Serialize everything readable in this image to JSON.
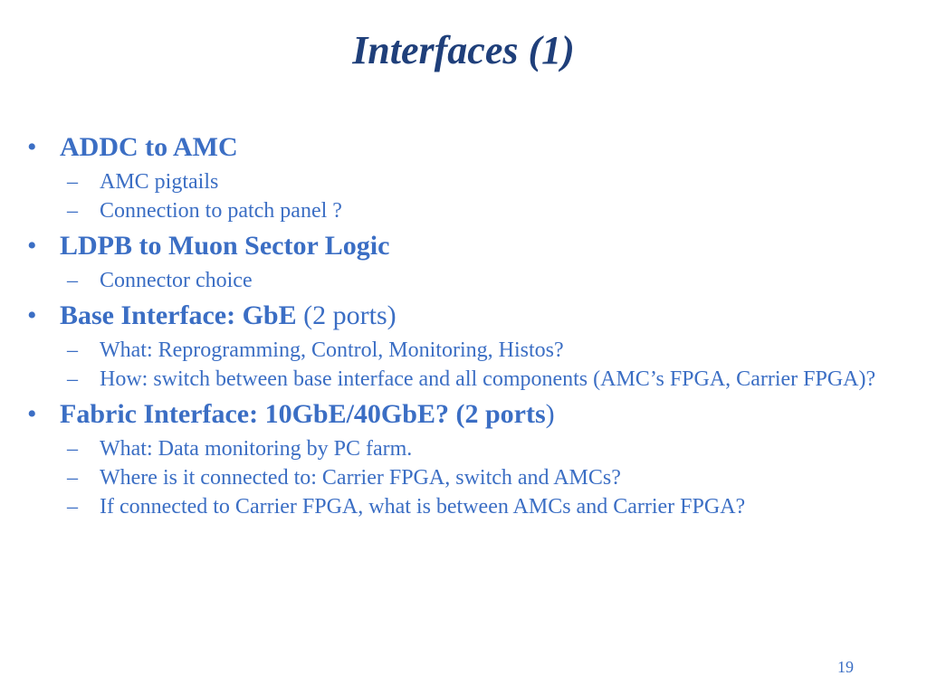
{
  "slide": {
    "title": "Interfaces (1)",
    "page_number": "19",
    "bullet_marker": "•",
    "dash_marker": "–",
    "bullets": [
      {
        "label": "ADDC to AMC",
        "suffix": "",
        "subs": [
          "AMC pigtails",
          "Connection to patch panel ?"
        ]
      },
      {
        "label": "LDPB to Muon Sector Logic",
        "suffix": "",
        "subs": [
          "Connector choice"
        ]
      },
      {
        "label": "Base Interface: GbE ",
        "suffix": "(2 ports)",
        "subs": [
          "What: Reprogramming, Control, Monitoring, Histos?",
          "How: switch between base interface and all components (AMC’s FPGA, Carrier FPGA)?"
        ]
      },
      {
        "label": "Fabric Interface: 10GbE/40GbE? (2 ports",
        "suffix": ")",
        "subs": [
          "What: Data monitoring by PC farm.",
          "Where is it connected to: Carrier FPGA, switch and AMCs?",
          "If connected to Carrier FPGA, what is between AMCs  and Carrier FPGA?"
        ]
      }
    ]
  }
}
